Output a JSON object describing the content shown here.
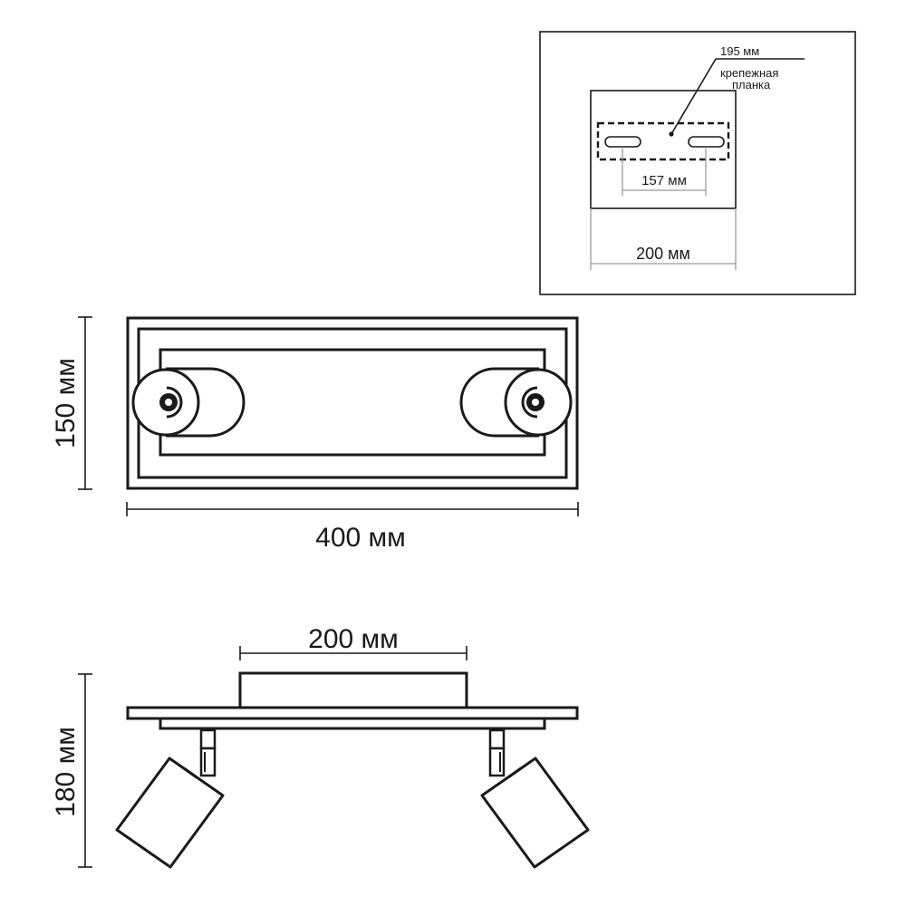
{
  "mounting_inset": {
    "plate_length_label": "195 мм",
    "plate_name_label_line1": "крепежная",
    "plate_name_label_line2": "планка",
    "slot_spacing_label": "157 мм",
    "base_width_label": "200 мм"
  },
  "top_view": {
    "height_label": "150 мм",
    "width_label": "400 мм"
  },
  "side_view": {
    "base_width_label": "200 мм",
    "height_label": "180 мм"
  },
  "colors": {
    "line": "#1a1a1a",
    "dimension_grey": "#9a9a9a",
    "background": "#ffffff"
  }
}
